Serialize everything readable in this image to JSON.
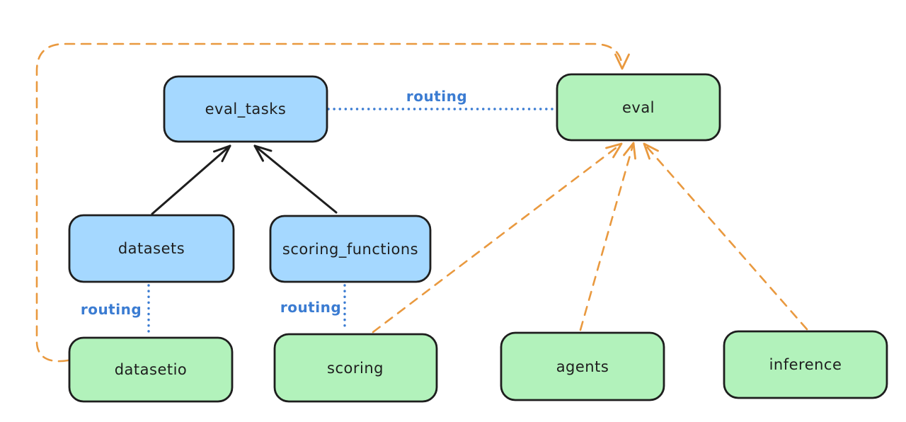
{
  "diagram": {
    "type": "architecture-flow",
    "nodes": {
      "eval_tasks": {
        "label": "eval_tasks",
        "fill_key": "blue"
      },
      "eval": {
        "label": "eval",
        "fill_key": "green"
      },
      "datasets": {
        "label": "datasets",
        "fill_key": "blue"
      },
      "scoring_functions": {
        "label": "scoring_functions",
        "fill_key": "blue"
      },
      "datasetio": {
        "label": "datasetio",
        "fill_key": "green"
      },
      "scoring": {
        "label": "scoring",
        "fill_key": "green"
      },
      "agents": {
        "label": "agents",
        "fill_key": "green"
      },
      "inference": {
        "label": "inference",
        "fill_key": "green"
      }
    },
    "edges": [
      {
        "from": "datasets",
        "to": "eval_tasks",
        "style": "solid-arrow",
        "label": ""
      },
      {
        "from": "scoring_functions",
        "to": "eval_tasks",
        "style": "solid-arrow",
        "label": ""
      },
      {
        "from": "eval_tasks",
        "to": "eval",
        "style": "dotted",
        "label": "routing"
      },
      {
        "from": "datasets",
        "to": "datasetio",
        "style": "dotted",
        "label": "routing"
      },
      {
        "from": "scoring_functions",
        "to": "scoring",
        "style": "dotted",
        "label": "routing"
      },
      {
        "from": "datasetio",
        "to": "eval",
        "style": "dashed-arrow",
        "label": ""
      },
      {
        "from": "scoring",
        "to": "eval",
        "style": "dashed-arrow",
        "label": ""
      },
      {
        "from": "agents",
        "to": "eval",
        "style": "dashed-arrow",
        "label": ""
      },
      {
        "from": "inference",
        "to": "eval",
        "style": "dashed-arrow",
        "label": ""
      }
    ]
  },
  "colors": {
    "background": "#ffffff",
    "node_stroke": "#1e1e1e",
    "blue_node_fill": "#a5d8ff",
    "green_node_fill": "#b2f2bb",
    "solid_arrow_black": "#1e1e1e",
    "routing_blue": "#3b7cd2",
    "orange_dashed": "#e9993f"
  }
}
